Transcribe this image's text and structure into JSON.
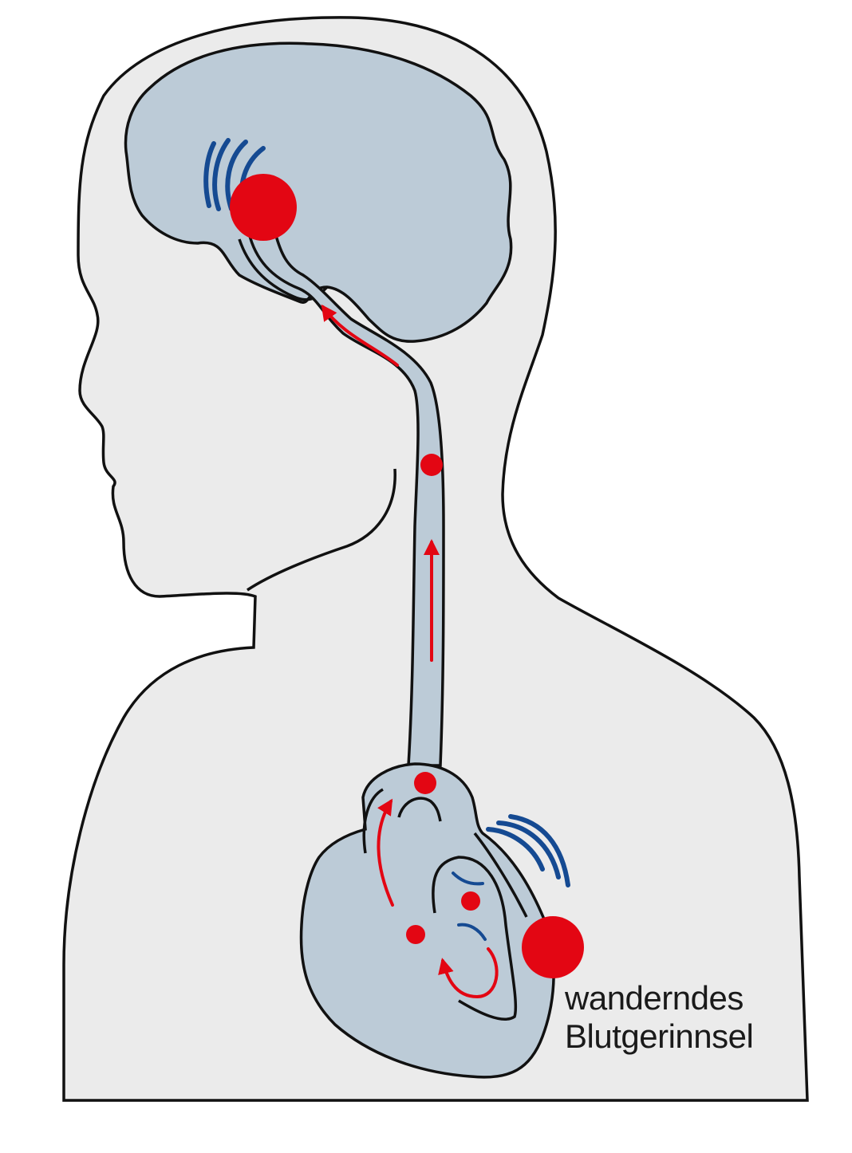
{
  "colors": {
    "background": "#ffffff",
    "body_fill": "#ebebeb",
    "organ_fill": "#bccbd7",
    "outline": "#111111",
    "clot_red": "#e30613",
    "pain_blue": "#154a92"
  },
  "icons": {
    "clot": "red-circle",
    "flow_arrow": "red-arrow",
    "pain_waves": "blue-arc-waves"
  },
  "label": {
    "line1": "wanderndes",
    "line2": "Blutgerinnsel"
  }
}
